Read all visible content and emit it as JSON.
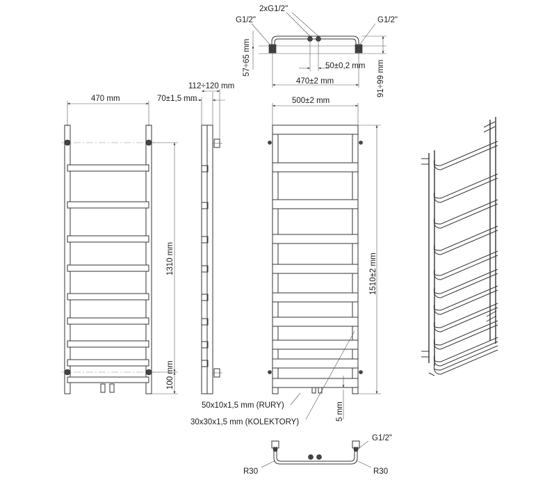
{
  "labels": {
    "fitting_left_top": "G1/2\"",
    "fitting_center_top": "2xG1/2\"",
    "fitting_right_top": "G1/2\"",
    "dim_height_connect": "57÷65 mm",
    "dim_spacing": "50±0,2 mm",
    "dim_axis_spacing": "470±2 mm",
    "dim_depth_wall": "91÷99 mm",
    "dim_front_width": "470 mm",
    "dim_side_offset": "70±1,5 mm",
    "dim_side_depth": "112÷120 mm",
    "dim_total_width": "500±2 mm",
    "dim_axis_height": "1310 mm",
    "dim_bottom_offset": "100 mm",
    "dim_total_height": "1510±2 mm",
    "dim_gap": "5 mm",
    "pipes_spec": "50x10x1,5 mm (RURY)",
    "collector_spec": "30x30x1,5 mm (KOLEKTORY)",
    "fitting_bottom": "G1/2\"",
    "radius_left": "R30",
    "radius_right": "R30"
  },
  "colors": {
    "line": "#333333",
    "text": "#1a1a1a",
    "background": "#ffffff"
  }
}
